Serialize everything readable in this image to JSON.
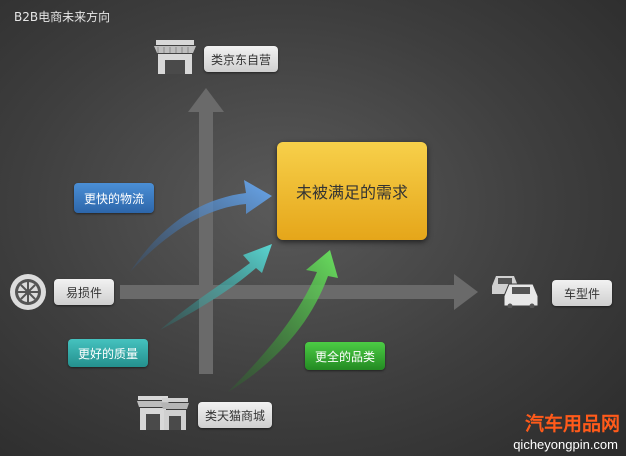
{
  "title": "B2B电商未来方向",
  "nodes": {
    "top": "类京东自营",
    "center": "未被满足的需求",
    "left": "易损件",
    "right": "车型件",
    "bottom": "类天猫商城"
  },
  "factors": {
    "logistics": "更快的物流",
    "quality": "更好的质量",
    "category": "更全的品类"
  },
  "colors": {
    "logistics": "#3d7fc6",
    "quality": "#35a7a6",
    "category": "#3db43a",
    "center": "#f2c030"
  },
  "icons": [
    "store-icon",
    "tire-icon",
    "cars-icon",
    "stores-icon"
  ],
  "watermark": {
    "cn": "汽车用品网",
    "en": "qicheyongpin.com"
  }
}
